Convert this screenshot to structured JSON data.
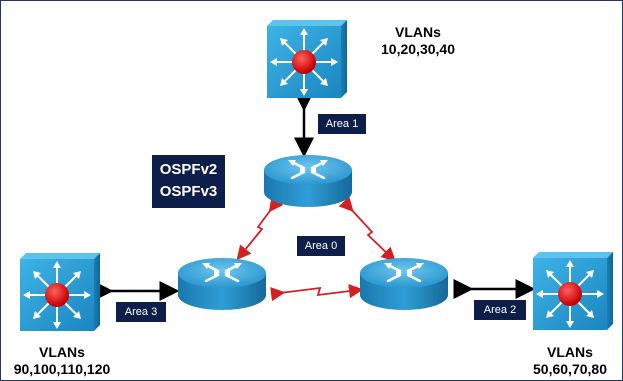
{
  "diagram": {
    "protocols": [
      "OSPFv2",
      "OSPFv3"
    ],
    "switches": {
      "top": {
        "vlans_label": "VLANs",
        "vlans": "10,20,30,40"
      },
      "left": {
        "vlans_label": "VLANs",
        "vlans": "90,100,110,120"
      },
      "right": {
        "vlans_label": "VLANs",
        "vlans": "50,60,70,80"
      }
    },
    "areas": {
      "area1": "Area 1",
      "area0": "Area 0",
      "area2": "Area 2",
      "area3": "Area 3"
    },
    "colors": {
      "device_blue": "#2aa3d8",
      "area_box": "#0e1e4a",
      "serial_link": "#d42020",
      "ethernet_link": "#000000",
      "switch_core": "#e81010"
    }
  }
}
